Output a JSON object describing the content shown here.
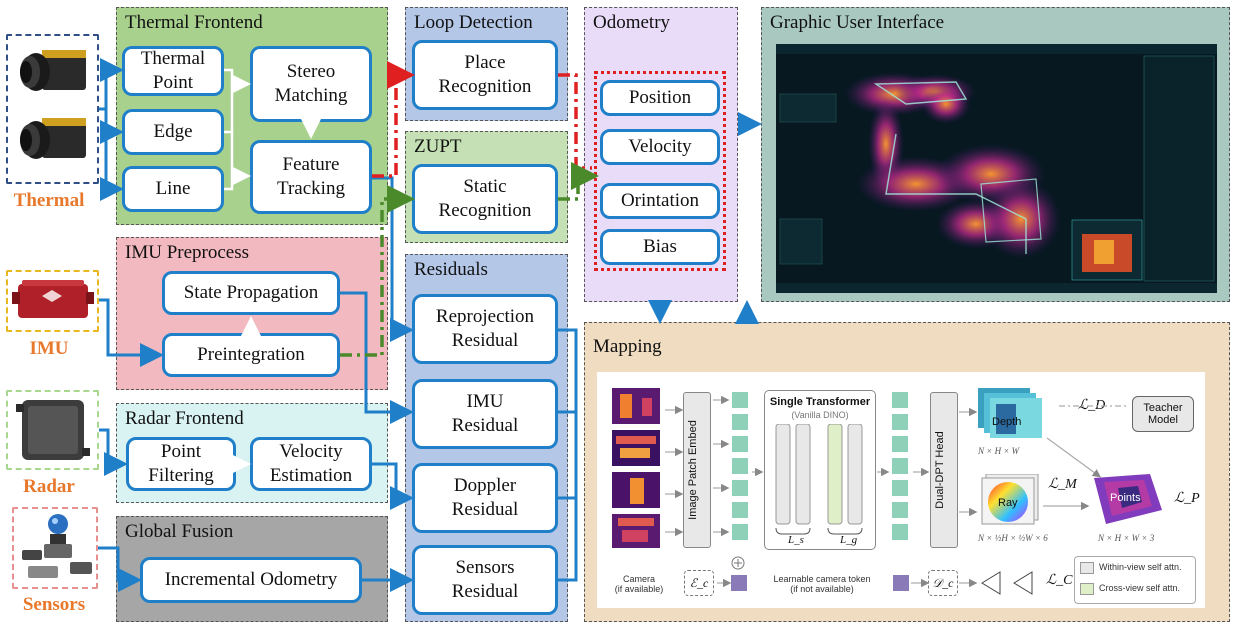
{
  "sensors": {
    "thermal": "Thermal",
    "imu": "IMU",
    "radar": "Radar",
    "sensors": "Sensors"
  },
  "panels": {
    "thermal_frontend": "Thermal Frontend",
    "imu_preprocess": "IMU Preprocess",
    "radar_frontend": "Radar Frontend",
    "global_fusion": "Global Fusion",
    "loop_detection": "Loop Detection",
    "zupt": "ZUPT",
    "residuals": "Residuals",
    "odometry": "Odometry",
    "gui": "Graphic User Interface",
    "mapping": "Mapping"
  },
  "boxes": {
    "thermal_point": "Thermal\nPoint",
    "edge": "Edge",
    "line": "Line",
    "stereo_matching": "Stereo\nMatching",
    "feature_tracking": "Feature\nTracking",
    "state_propagation": "State Propagation",
    "preintegration": "Preintegration",
    "point_filtering": "Point\nFiltering",
    "velocity_estimation": "Velocity\nEstimation",
    "incremental_odometry": "Incremental Odometry",
    "place_recognition": "Place\nRecognition",
    "static_recognition": "Static\nRecognition",
    "reprojection_residual": "Reprojection\nResidual",
    "imu_residual": "IMU\nResidual",
    "doppler_residual": "Doppler\nResidual",
    "sensors_residual": "Sensors\nResidual",
    "position": "Position",
    "velocity": "Velocity",
    "orientation": "Orintation",
    "bias": "Bias"
  },
  "mapping": {
    "patch_embed": "Image Patch Embed",
    "single_transformer": "Single Transformer",
    "vanilla_dino": "(Vanilla DINO)",
    "ls": "L_s",
    "lg": "L_g",
    "dual_dpt": "Dual-DPT Head",
    "depth": "Depth",
    "depth_dim": "N × H × W",
    "ray": "Ray",
    "ray_dim": "N × ½H × ½W × 6",
    "points": "Points",
    "points_dim": "N × H × W × 3",
    "teacher": "Teacher\nModel",
    "loss_d": "ℒ_D",
    "loss_m": "ℒ_M",
    "loss_p": "ℒ_P",
    "loss_c": "ℒ_C",
    "camera": "Camera\n(if available)",
    "ec": "ℰ_c",
    "dc": "𝒟_c",
    "cam_token": "Learnable camera token\n(if not available)",
    "within_view": "Within-view self attn.",
    "cross_view": "Cross-view self attn."
  },
  "colors": {
    "blue": "#1f7fc8",
    "thermal_bg": "#a9d18e",
    "imu_bg": "#f2b9c0",
    "radar_bg": "#d9f2f2",
    "fusion_bg": "#a6a6a6",
    "loop_bg": "#b4c7e7",
    "zupt_bg": "#c5e0b4",
    "residual_bg": "#b4c7e7",
    "odometry_bg": "#e8dcf8",
    "gui_bg": "#a9c9c0",
    "mapping_bg": "#f0dcc0",
    "sensor_label": "#e8782c"
  }
}
